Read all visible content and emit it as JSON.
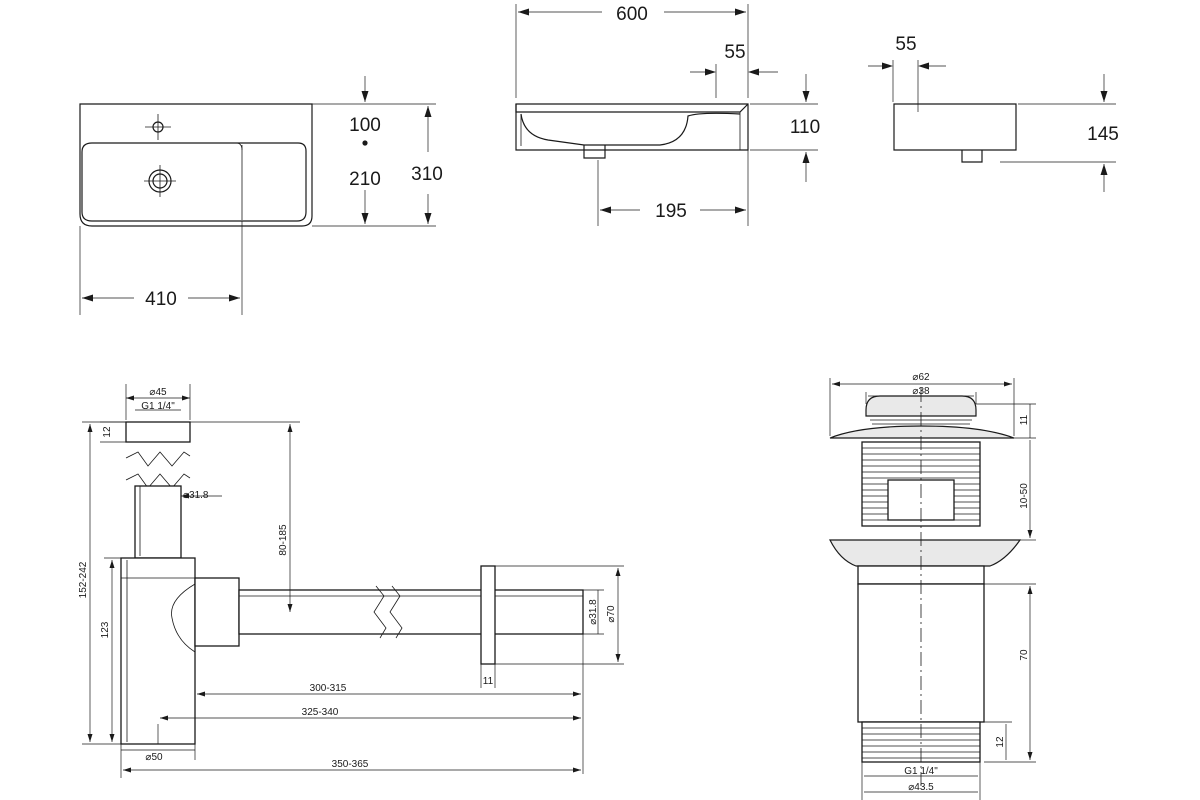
{
  "basin": {
    "top_view": {
      "width": "410",
      "depth_total": "310",
      "depth_front": "100",
      "depth_bowl": "210"
    },
    "front_view": {
      "overall_width": "600",
      "side_width": "55",
      "height": "110",
      "drain_offset": "195"
    },
    "side_view": {
      "side_width": "55",
      "height": "145"
    }
  },
  "siphon": {
    "dia_top": "⌀45",
    "thread_top": "G1 1/4\"",
    "nut_height": "12",
    "tube_dia": "⌀31.8",
    "adjust_height": "80-185",
    "total_height": "152-242",
    "body_height": "123",
    "outlet_dia": "⌀31.8",
    "rosette_dia": "⌀70",
    "rosette_thick": "11",
    "len_1": "300-315",
    "len_2": "325-340",
    "len_3": "350-365",
    "body_dia": "⌀50"
  },
  "valve": {
    "dia_flange": "⌀62",
    "dia_cap": "⌀38",
    "cap_height": "11",
    "clamp_range": "10-50",
    "body_height": "70",
    "thread_height": "12",
    "thread": "G1 1/4\"",
    "dia_bottom": "⌀43.5"
  }
}
